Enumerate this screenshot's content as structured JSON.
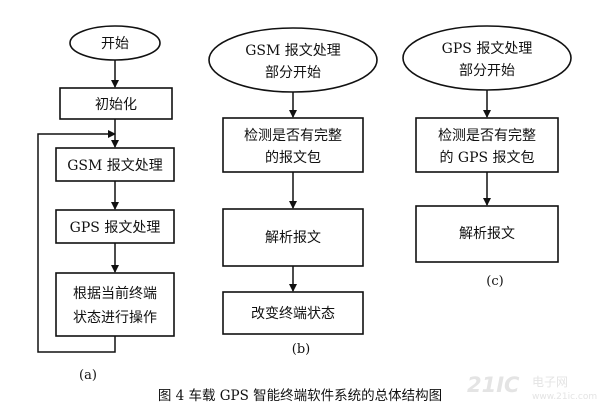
{
  "flow_a": {
    "start": "开始",
    "init": "初始化",
    "gsm": "GSM 报文处理",
    "gps": "GPS 报文处理",
    "operate_line1": "根据当前终端",
    "operate_line2": "状态进行操作",
    "label": "(a)"
  },
  "flow_b": {
    "start_line1": "GSM 报文处理",
    "start_line2": "部分开始",
    "detect_line1": "检测是否有完整",
    "detect_line2": "的报文包",
    "parse": "解析报文",
    "change": "改变终端状态",
    "label": "(b)"
  },
  "flow_c": {
    "start_line1": "GPS 报文处理",
    "start_line2": "部分开始",
    "detect_line1": "检测是否有完整",
    "detect_line2": "的 GPS 报文包",
    "parse": "解析报文",
    "label": "(c)"
  },
  "caption": "图 4  车载 GPS 智能终端软件系统的总体结构图",
  "watermark": {
    "logo": "21IC",
    "site": "电子网",
    "url": "www.21ic.com"
  }
}
